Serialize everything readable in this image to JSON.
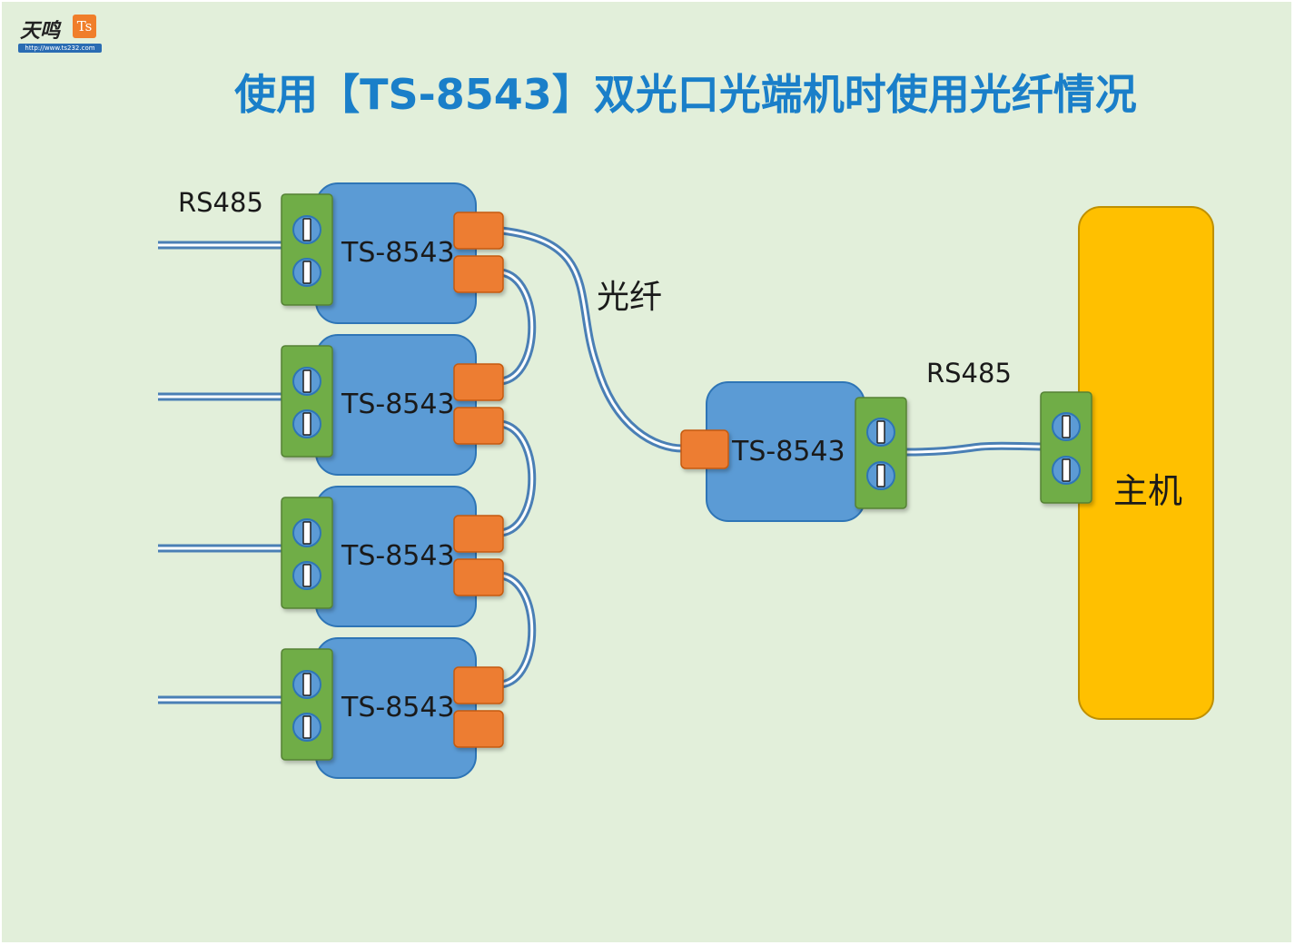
{
  "title": "使用【TS-8543】双光口光端机时使用光纤情况",
  "logo": {
    "script_text": "天鸣",
    "badge": "Ts",
    "url": "http://www.ts232.com"
  },
  "labels": {
    "rs485_left": "RS485",
    "rs485_right": "RS485",
    "fiber": "光纤",
    "host": "主机"
  },
  "devices": [
    {
      "name": "TS-8543",
      "group": "left"
    },
    {
      "name": "TS-8543",
      "group": "left"
    },
    {
      "name": "TS-8543",
      "group": "left"
    },
    {
      "name": "TS-8543",
      "group": "left"
    },
    {
      "name": "TS-8543",
      "group": "center"
    }
  ],
  "colors": {
    "background": "#e2efda",
    "title": "#1a7fc9",
    "device_body": "#5b9bd5",
    "device_border": "#2e75b6",
    "terminal_block": "#70ad47",
    "fiber_port": "#ed7d31",
    "host": "#ffc000",
    "cable": "#4a7fb5"
  }
}
